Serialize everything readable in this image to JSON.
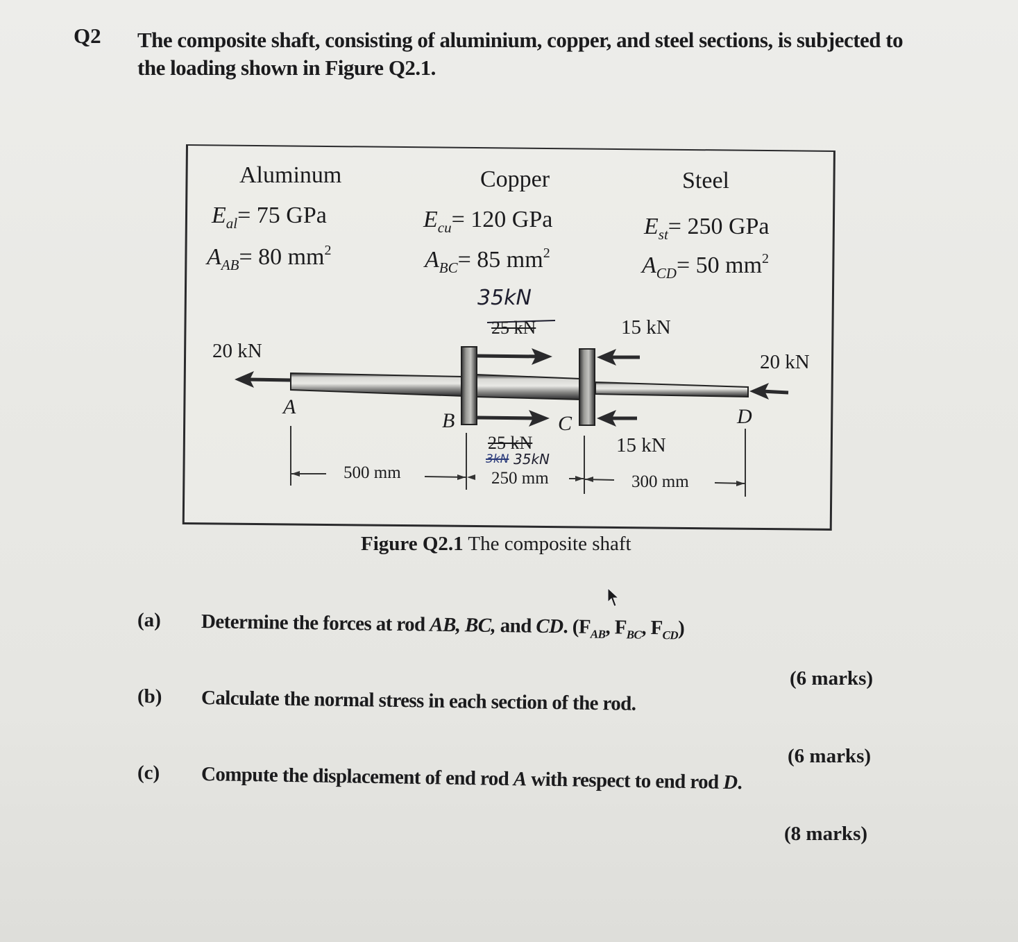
{
  "question": {
    "number": "Q2",
    "intro": "The composite shaft, consisting of aluminium, copper, and steel sections, is subjected to the loading shown in Figure Q2.1."
  },
  "figure": {
    "materials": [
      {
        "name": "Aluminum",
        "E_symbol": "E",
        "E_sub": "al",
        "E_value": "= 75 GPa",
        "A_symbol": "A",
        "A_sub": "AB",
        "A_value": "= 80 mm",
        "A_sup": "2"
      },
      {
        "name": "Copper",
        "E_symbol": "E",
        "E_sub": "cu",
        "E_value": "= 120 GPa",
        "A_symbol": "A",
        "A_sub": "BC",
        "A_value": "= 85 mm",
        "A_sup": "2"
      },
      {
        "name": "Steel",
        "E_symbol": "E",
        "E_sub": "st",
        "E_value": "= 250 GPa",
        "A_symbol": "A",
        "A_sub": "CD",
        "A_value": "= 50 mm",
        "A_sup": "2"
      }
    ],
    "points": {
      "A": "A",
      "B": "B",
      "C": "C",
      "D": "D"
    },
    "loads": {
      "left_end": "20 kN",
      "right_end": "20 kN",
      "B_top_printed": "25 kN",
      "B_top_handwritten": "35kN",
      "B_bottom_printed": "25 kN",
      "B_bottom_handwritten_struck": "3kN",
      "B_bottom_handwritten": "35kN",
      "C_top": "15 kN",
      "C_bottom": "15 kN"
    },
    "dimensions": {
      "AB": "500 mm",
      "BC": "250 mm",
      "CD": "300 mm"
    },
    "caption_bold": "Figure Q2.1",
    "caption_rest": " The composite shaft"
  },
  "parts": [
    {
      "label": "(a)",
      "text_pre": "Determine the forces at rod ",
      "text_italic": "AB, BC,",
      "text_mid": " and ",
      "text_italic2": "CD",
      "text_post": ". (F",
      "sub1": "AB",
      "sep1": ", F",
      "sub2": "BC",
      "sep2": ", F",
      "sub3": "CD",
      "end": ")",
      "marks": "(6 marks)"
    },
    {
      "label": "(b)",
      "text": "Calculate the normal stress in each section of the rod.",
      "marks": "(6 marks)"
    },
    {
      "label": "(c)",
      "text_pre": "Compute the displacement of end rod ",
      "italic_A": "A",
      "text_mid": " with respect to end rod ",
      "italic_D": "D",
      "text_post": ".",
      "marks": "(8 marks)"
    }
  ]
}
